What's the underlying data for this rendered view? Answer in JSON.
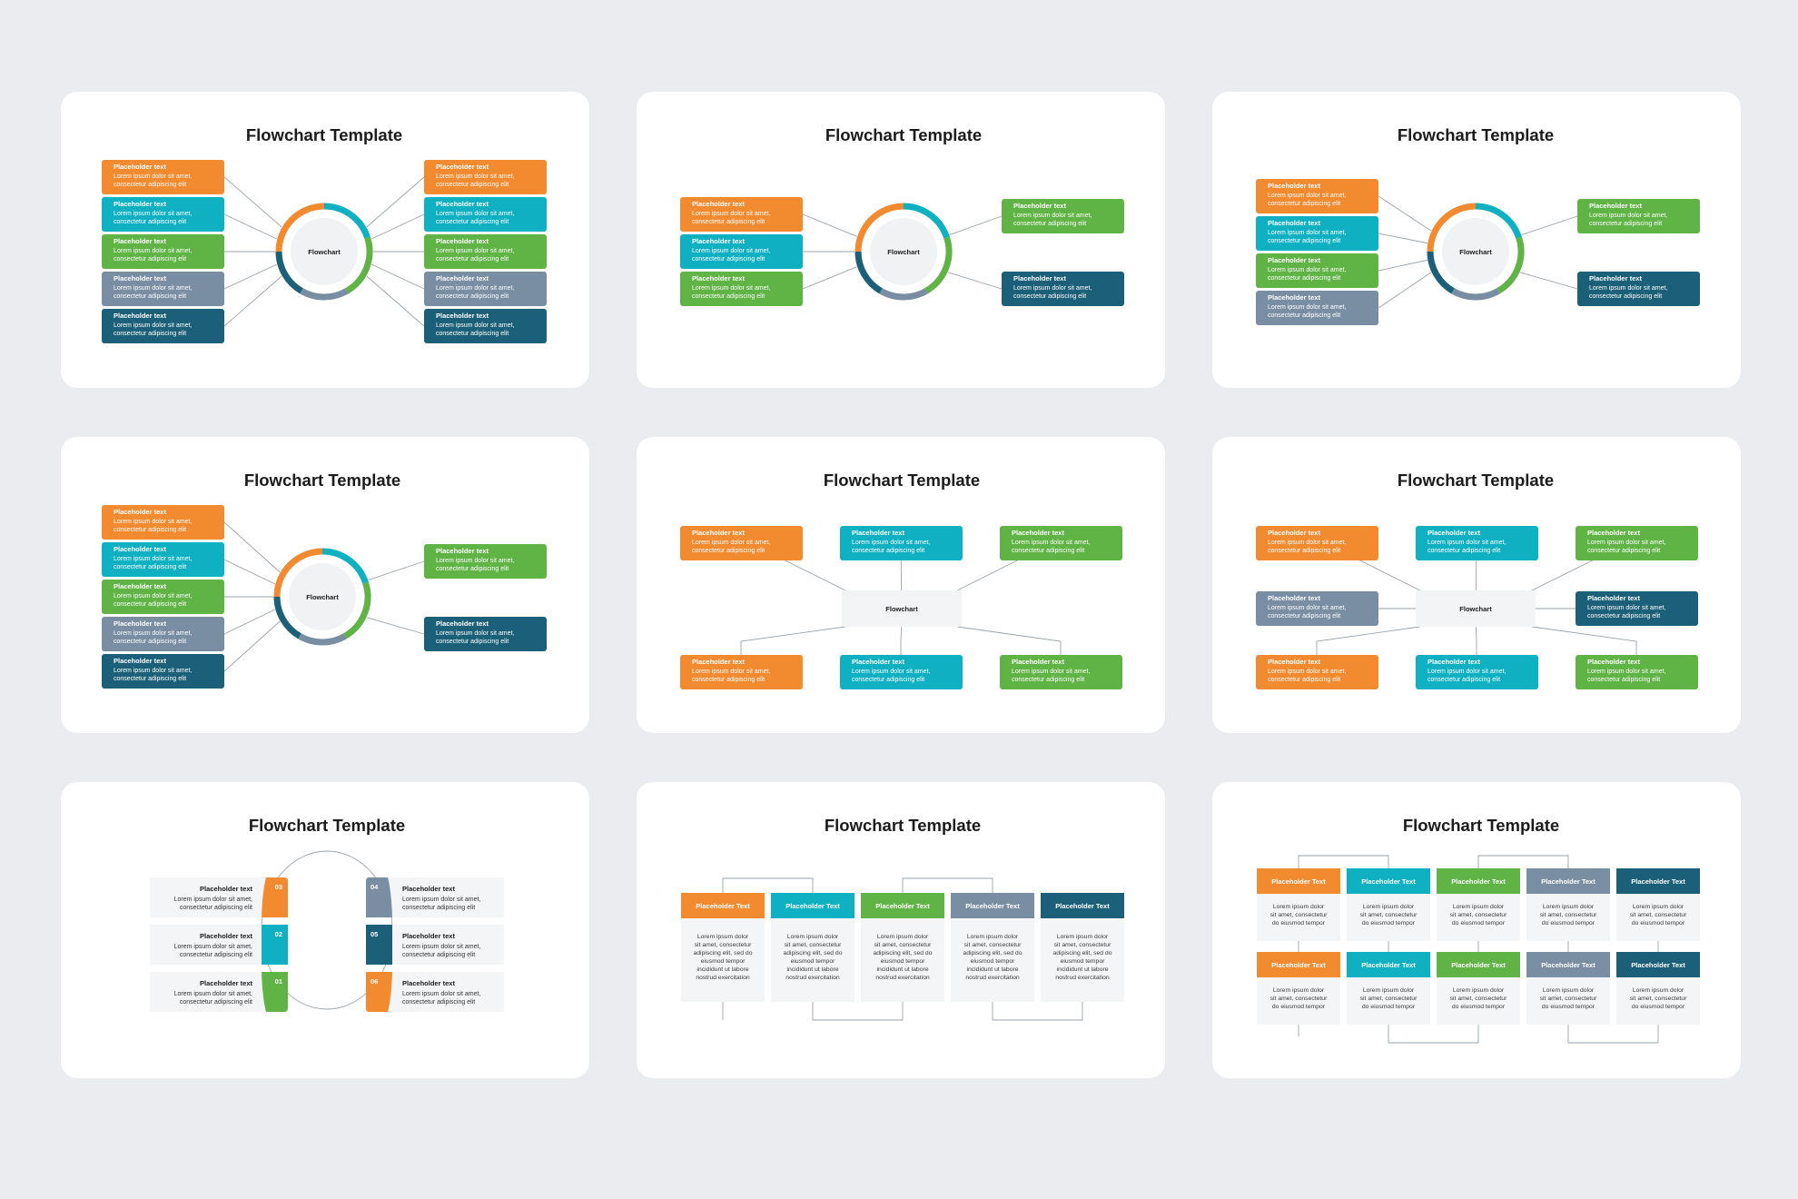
{
  "slide_title": "Flowchart Template",
  "hub_label": "Flowchart",
  "item_label": "Placeholder text",
  "item_label_caps": "Placeholder Text",
  "item_body_1": "Lorem ipsum dolor sit amet,",
  "item_body_2": "consectetur adipiscing elit",
  "col_body_lines": [
    "Lorem ipsum dolor",
    "sit amet, consectetur",
    "adipiscing elit, sed do",
    "eiusmod tempor",
    "incididunt ut labore",
    "nostrud exercitation"
  ],
  "grid_body_lines": [
    "Lorem ipsum dolor",
    "sit amet, consectetur",
    "do eiusmod tempor"
  ],
  "numbers": [
    "03",
    "02",
    "01",
    "04",
    "05",
    "06"
  ],
  "colors": {
    "orange": "#f28a30",
    "teal": "#0fb0c2",
    "green": "#60b345",
    "slate": "#7a8ea3",
    "navy": "#1b5f78",
    "line": "#9aa3ab",
    "panel": "#f4f5f6"
  }
}
